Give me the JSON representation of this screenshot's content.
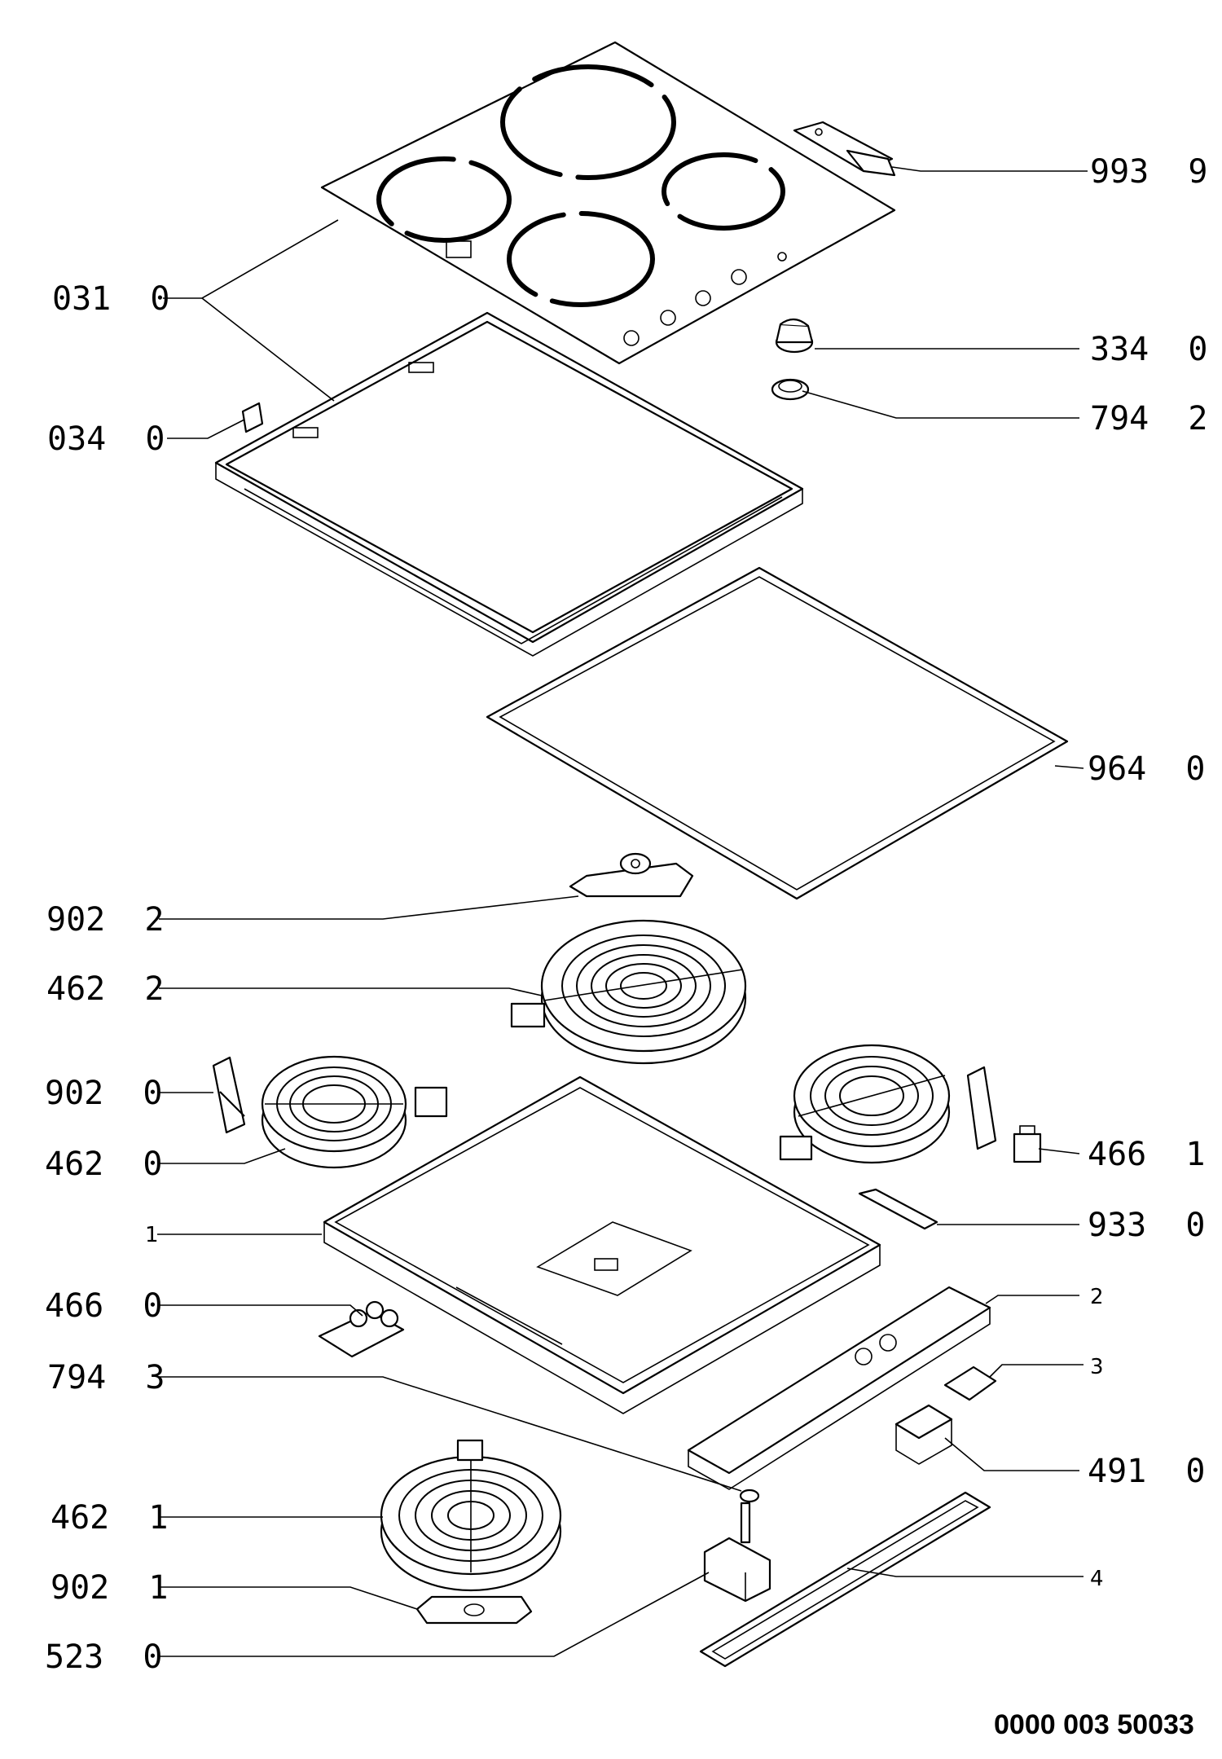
{
  "callouts": {
    "c_993_9": "993  9",
    "c_031_0": "031  0",
    "c_334_0": "334  0",
    "c_794_2": "794  2",
    "c_034_0": "034  0",
    "c_964_0": "964  0",
    "c_902_2": "902  2",
    "c_462_2": "462  2",
    "c_902_0": "902  0",
    "c_462_0": "462  0",
    "c_466_1": "466  1",
    "c_933_0": "933  0",
    "c_1": "1",
    "c_466_0": "466  0",
    "c_2": "2",
    "c_794_3": "794  3",
    "c_3": "3",
    "c_491_0": "491  0",
    "c_462_1": "462  1",
    "c_902_1": "902  1",
    "c_4": "4",
    "c_523_0": "523  0"
  },
  "document_number": "0000 003 50033"
}
